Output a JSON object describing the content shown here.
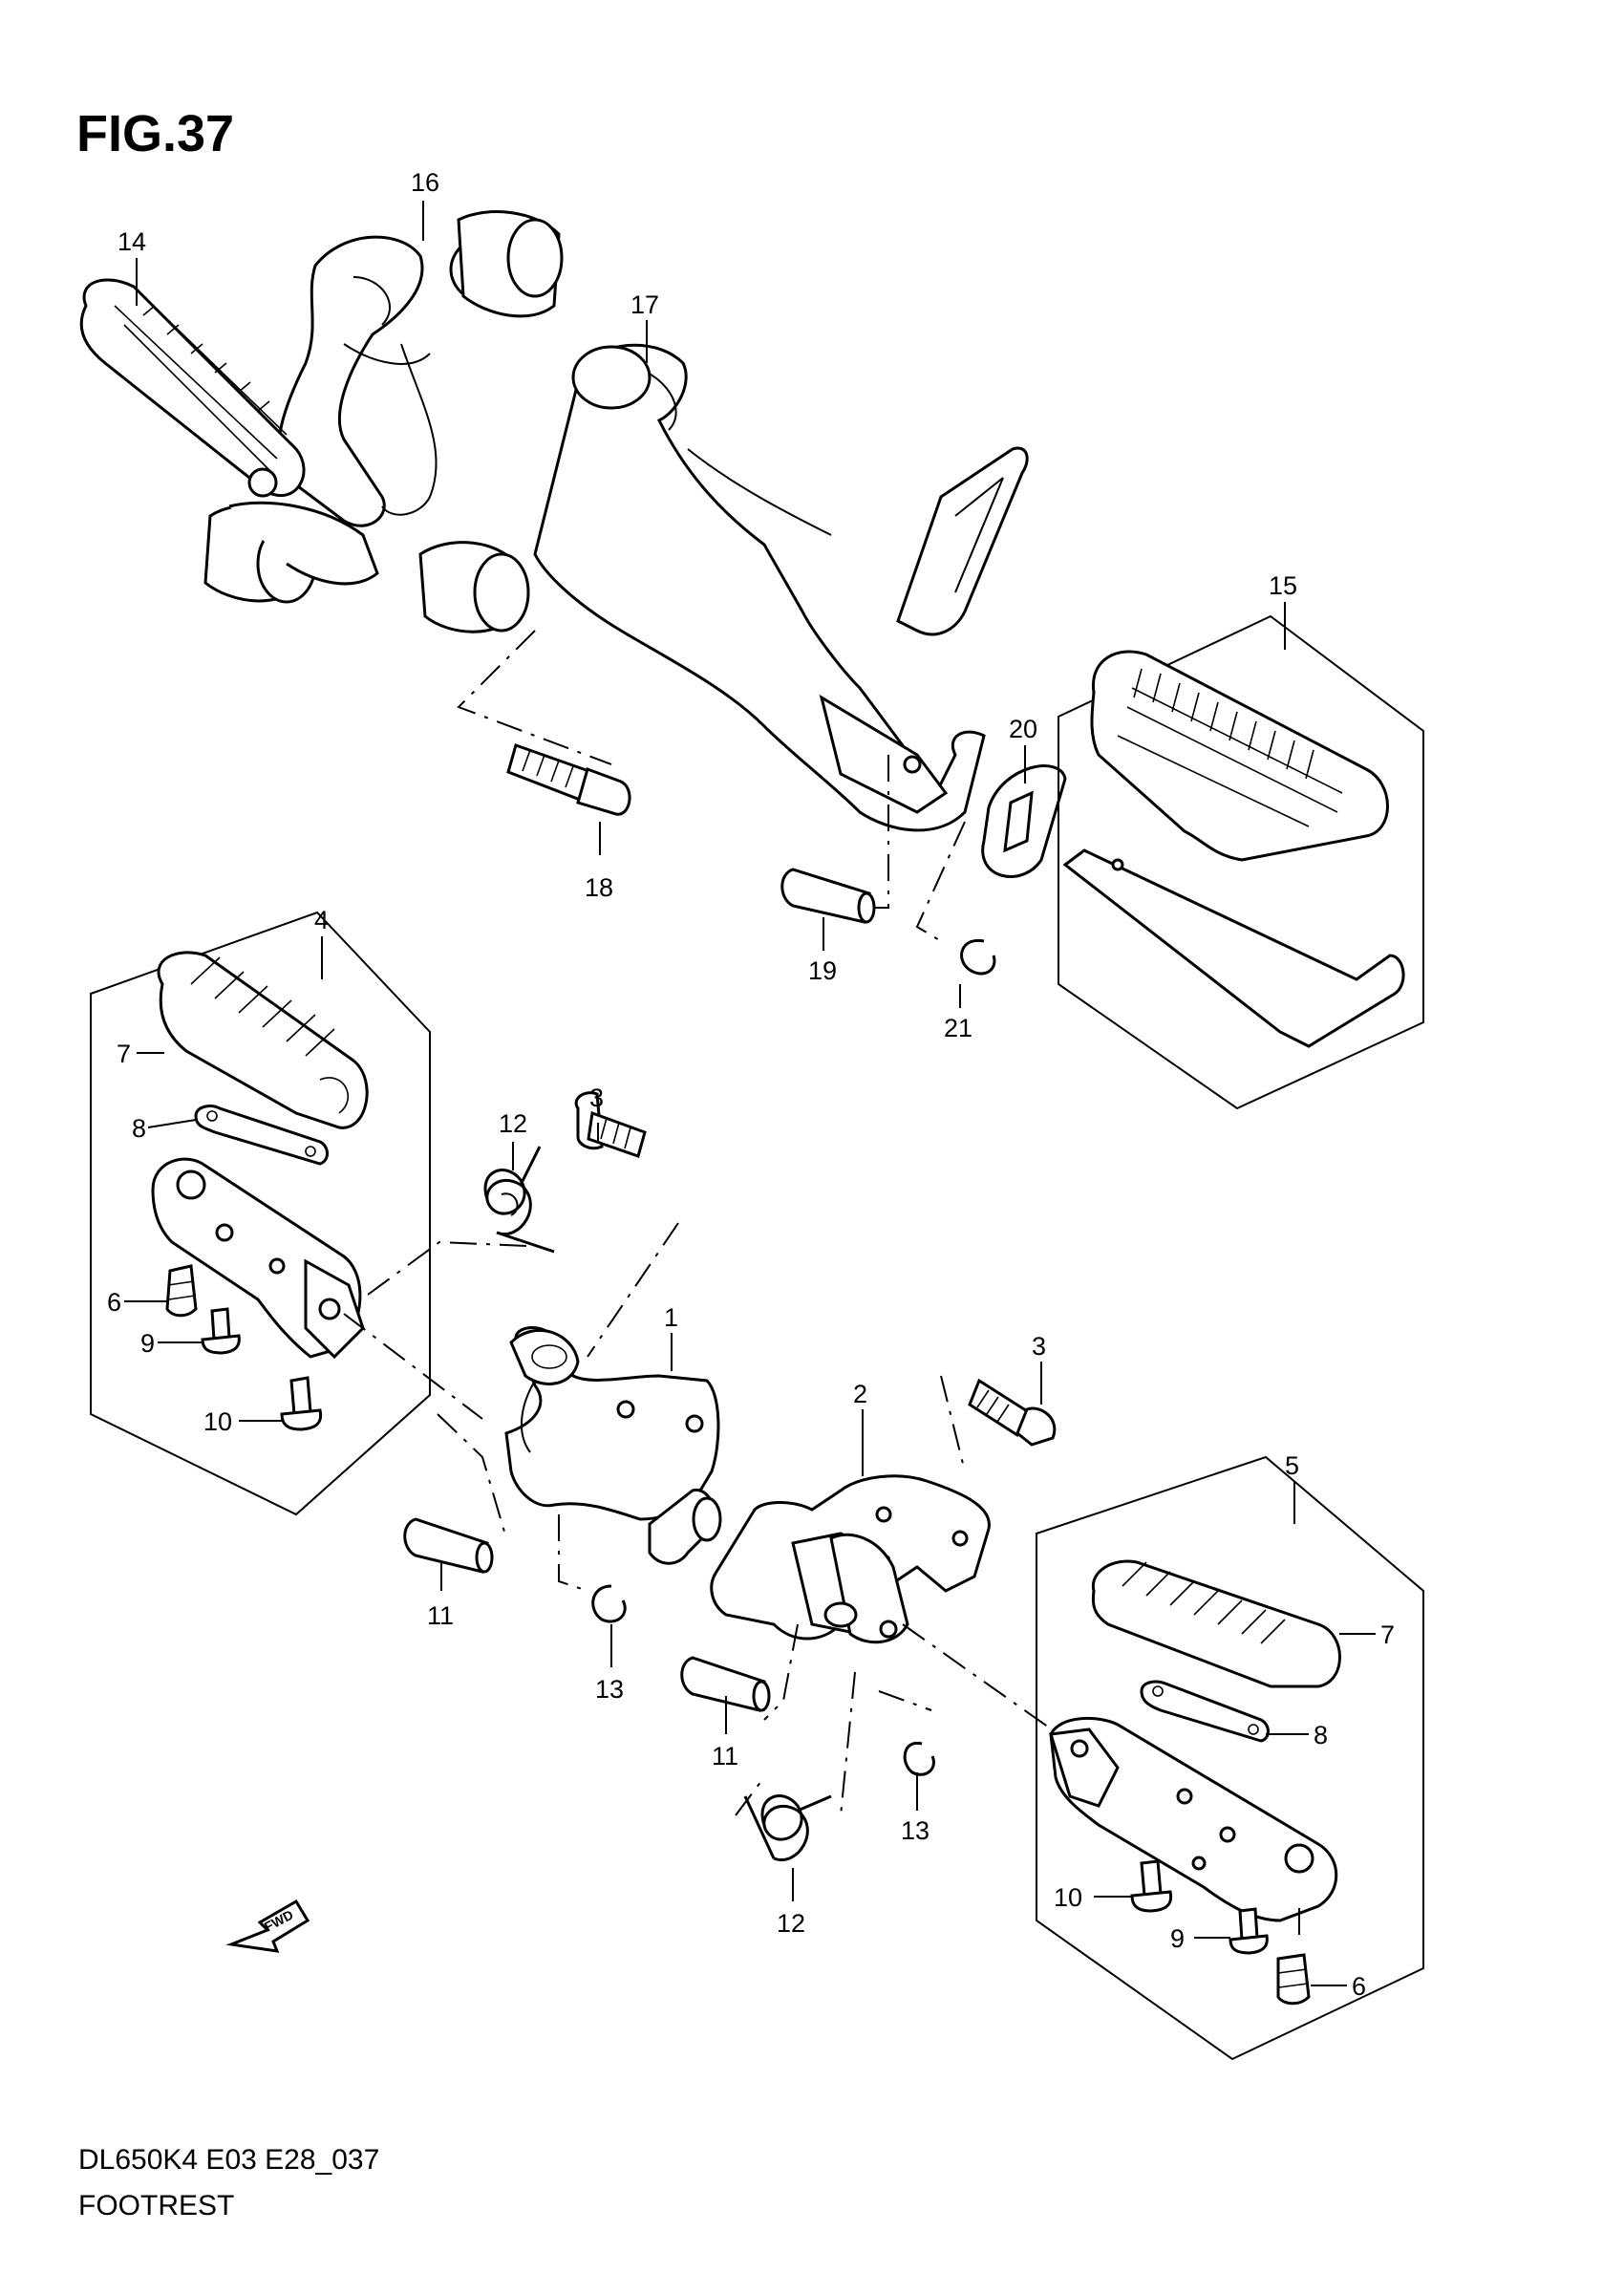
{
  "figure": {
    "title": "FIG.37",
    "model_code": "DL650K4 E03 E28_037",
    "section_name": "FOOTREST"
  },
  "callouts": [
    {
      "id": "c1",
      "label": "1"
    },
    {
      "id": "c2",
      "label": "2"
    },
    {
      "id": "c3a",
      "label": "3"
    },
    {
      "id": "c3b",
      "label": "3"
    },
    {
      "id": "c4",
      "label": "4"
    },
    {
      "id": "c5",
      "label": "5"
    },
    {
      "id": "c6a",
      "label": "6"
    },
    {
      "id": "c6b",
      "label": "6"
    },
    {
      "id": "c7a",
      "label": "7"
    },
    {
      "id": "c7b",
      "label": "7"
    },
    {
      "id": "c8a",
      "label": "8"
    },
    {
      "id": "c8b",
      "label": "8"
    },
    {
      "id": "c9a",
      "label": "9"
    },
    {
      "id": "c9b",
      "label": "9"
    },
    {
      "id": "c10a",
      "label": "10"
    },
    {
      "id": "c10b",
      "label": "10"
    },
    {
      "id": "c11a",
      "label": "11"
    },
    {
      "id": "c11b",
      "label": "11"
    },
    {
      "id": "c12a",
      "label": "12"
    },
    {
      "id": "c12b",
      "label": "12"
    },
    {
      "id": "c13a",
      "label": "13"
    },
    {
      "id": "c13b",
      "label": "13"
    },
    {
      "id": "c14",
      "label": "14"
    },
    {
      "id": "c15",
      "label": "15"
    },
    {
      "id": "c16",
      "label": "16"
    },
    {
      "id": "c17",
      "label": "17"
    },
    {
      "id": "c18",
      "label": "18"
    },
    {
      "id": "c19",
      "label": "19"
    },
    {
      "id": "c20",
      "label": "20"
    },
    {
      "id": "c21",
      "label": "21"
    }
  ],
  "direction_marker": {
    "label": "FWD",
    "icon": "forward-arrow-icon"
  }
}
